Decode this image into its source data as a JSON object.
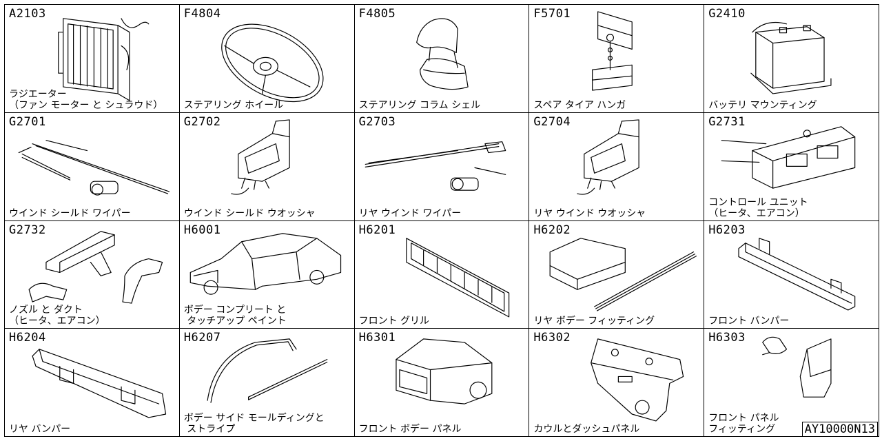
{
  "parts": [
    {
      "code": "A2103",
      "name": "ラジエーター\n（ファン モーター と シュラウド）"
    },
    {
      "code": "F4804",
      "name": "ステアリング ホイール"
    },
    {
      "code": "F4805",
      "name": "ステアリング コラム シェル"
    },
    {
      "code": "F5701",
      "name": "スペア タイア ハンガ"
    },
    {
      "code": "G2410",
      "name": "バッテリ マウンティング"
    },
    {
      "code": "G2701",
      "name": "ウインド シールド ワイパー"
    },
    {
      "code": "G2702",
      "name": "ウインド シールド ウオッシャ"
    },
    {
      "code": "G2703",
      "name": "リヤ ウインド ワイパー"
    },
    {
      "code": "G2704",
      "name": "リヤ ウインド ウオッシャ"
    },
    {
      "code": "G2731",
      "name": "コントロール ユニット\n（ヒータ、エアコン）"
    },
    {
      "code": "G2732",
      "name": "ノズル と ダクト\n（ヒータ、エアコン）"
    },
    {
      "code": "H6001",
      "name": "ボデー コンプリート と\n タッチアップ ペイント"
    },
    {
      "code": "H6201",
      "name": "フロント グリル"
    },
    {
      "code": "H6202",
      "name": "リヤ ボデー フィッティング"
    },
    {
      "code": "H6203",
      "name": "フロント バンパー"
    },
    {
      "code": "H6204",
      "name": "リヤ バンパー"
    },
    {
      "code": "H6207",
      "name": "ボデー サイド モールディングと\n ストライプ"
    },
    {
      "code": "H6301",
      "name": "フロント ボデー パネル"
    },
    {
      "code": "H6302",
      "name": "カウルとダッシュパネル"
    },
    {
      "code": "H6303",
      "name": "フロント パネル\nフィッティング"
    }
  ],
  "footer": {
    "code": "AY10000N13"
  }
}
